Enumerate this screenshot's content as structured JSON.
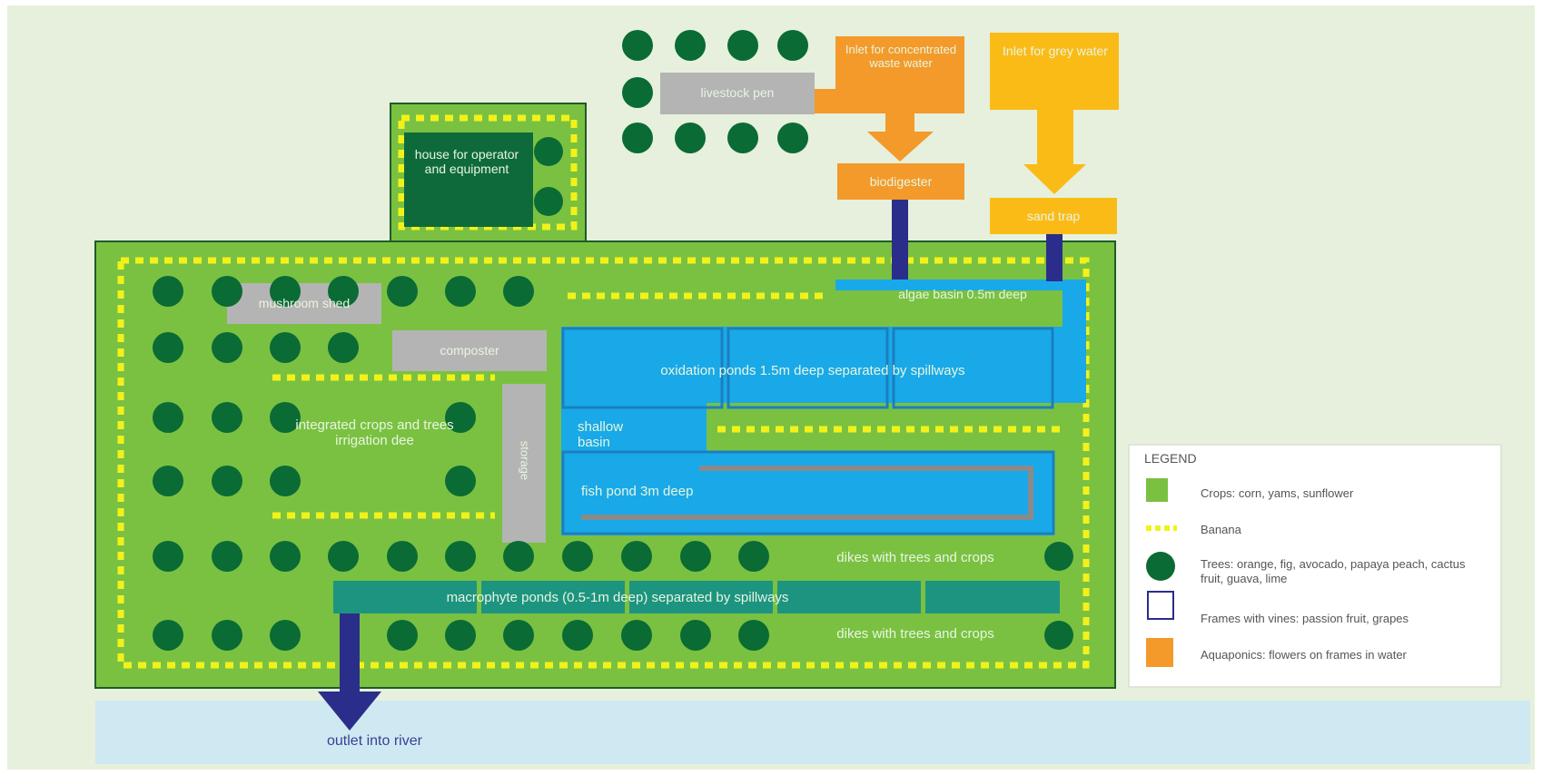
{
  "colors": {
    "background": "#e6f0dc",
    "field": "#7ac142",
    "field_border": "#1f5a2a",
    "tree": "#0a6b34",
    "bund_dots": "#f2f21a",
    "water": "#19a9e8",
    "water_deep_border": "#1b7fc0",
    "grey_block": "#b4b4b4",
    "macrophyte": "#1d9480",
    "orange": "#f39a2a",
    "yellow": "#fbbb17",
    "pipe": "#2a2e8a",
    "river": "#cfe9f2",
    "legend_bg": "#ffffff"
  },
  "labels": {
    "inlet_concentrated": "Inlet for concentrated waste water",
    "inlet_grey": "Inlet for grey water",
    "livestock_pen": "livestock pen",
    "biodigester": "biodigester",
    "sand_trap": "sand trap",
    "house": "house for operator and equipment",
    "mushroom_shed": "mushroom shed",
    "composter": "composter",
    "storage": "storage",
    "algae_basin": "algae basin 0.5m deep",
    "oxidation_ponds": "oxidation ponds 1.5m deep separated by spillways",
    "shallow_basin": "shallow basin",
    "integrated_crops": "integrated crops and trees irrigation dee",
    "fish_pond": "fish pond 3m deep",
    "dikes_upper": "dikes with trees and crops",
    "dikes_lower": "dikes with trees and crops",
    "macrophyte_ponds": "macrophyte ponds (0.5-1m deep) separated by spillways",
    "outlet": "outlet into river"
  },
  "legend": {
    "title": "LEGEND",
    "items": [
      {
        "symbol": "crops-square",
        "text": "Crops: corn, yams, sunflower"
      },
      {
        "symbol": "bund-dots",
        "text": "Banana"
      },
      {
        "symbol": "tree-circle",
        "text": "Trees: orange, fig, avocado, papaya peach, cactus fruit, guava, lime"
      },
      {
        "symbol": "frame-square",
        "text": "Frames with vines: passion fruit, grapes"
      },
      {
        "symbol": "aquaponic-square",
        "text": "Aquaponics: flowers on frames in water"
      }
    ]
  }
}
